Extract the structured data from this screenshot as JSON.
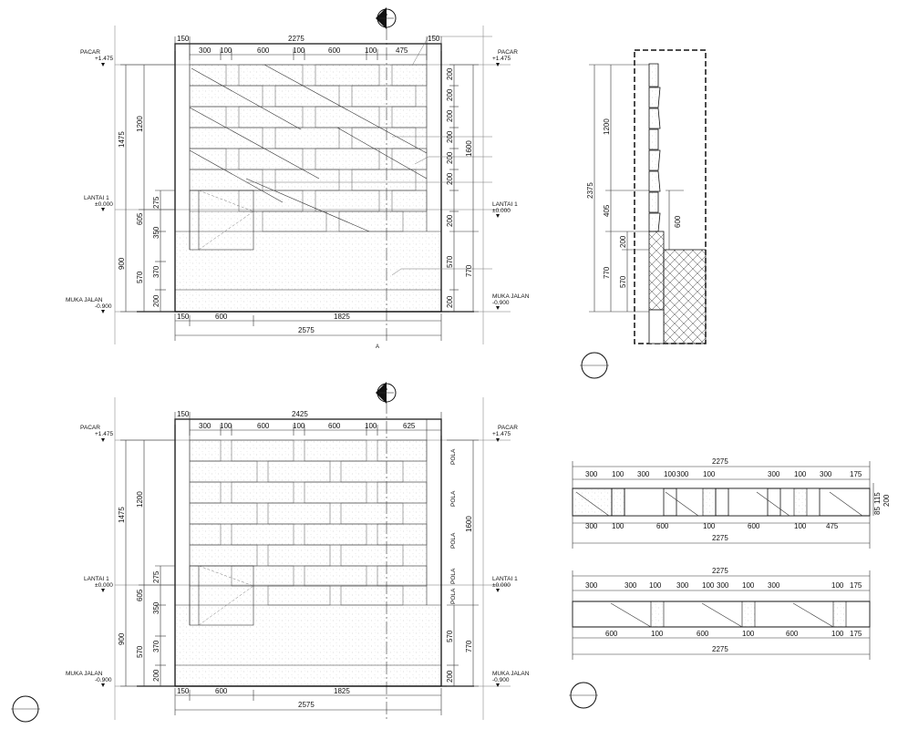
{
  "section_marker": {
    "letter": "A",
    "dash": "-"
  },
  "levels": {
    "pacar": {
      "name": "PACAR",
      "value": "+1.475"
    },
    "lantai": {
      "name": "LANTAI 1",
      "value": "±0.000"
    },
    "muka_jalan": {
      "name": "MUKA JALAN",
      "value": "-0.900"
    }
  },
  "section_ticks": {
    "a": "A"
  },
  "pola_label": "POLA",
  "elevation_top": {
    "top_dims": [
      "150",
      "300",
      "100",
      "600",
      "100",
      "600",
      "100",
      "475",
      "150"
    ],
    "top_total": "2275",
    "right_dims": [
      "200",
      "200",
      "200",
      "200",
      "200",
      "200",
      "200"
    ],
    "right_total": "1600",
    "right_lower": [
      "570",
      "200"
    ],
    "right_lower_total": "770",
    "left_total": "1475",
    "left_sub": [
      "1200",
      "275",
      "605",
      "350",
      "370",
      "570",
      "900",
      "200"
    ],
    "bottom_dims": [
      "150",
      "600",
      "1825"
    ],
    "bottom_total": "2575"
  },
  "elevation_bottom": {
    "top_dims": [
      "150",
      "300",
      "100",
      "600",
      "100",
      "600",
      "100",
      "625"
    ],
    "top_total": "2425",
    "right_total": "1600",
    "right_lower_total": "770",
    "right_lower": [
      "570",
      "200"
    ],
    "left_total": "1475",
    "left_sub": [
      "1200",
      "275",
      "605",
      "350",
      "370",
      "570",
      "900",
      "200"
    ],
    "bottom_dims": [
      "150",
      "600",
      "1825"
    ],
    "bottom_total": "2575"
  },
  "section_view": {
    "total": "2375",
    "dims": [
      "1200",
      "405",
      "200",
      "770",
      "570"
    ],
    "inner_dim": "600"
  },
  "detail_1": {
    "top_total": "2275",
    "top_dims": [
      "300",
      "100",
      "300",
      "100",
      "300",
      "100",
      "300",
      "100",
      "300",
      "175"
    ],
    "bottom_dims": [
      "300",
      "100",
      "600",
      "100",
      "600",
      "100",
      "475"
    ],
    "bottom_total": "2275",
    "side_dims": [
      "85",
      "115",
      "200"
    ]
  },
  "detail_2": {
    "top_total": "2275",
    "top_dims": [
      "300",
      "300",
      "100",
      "300",
      "100",
      "300",
      "100",
      "300",
      "100",
      "175"
    ],
    "bottom_dims": [
      "600",
      "100",
      "600",
      "100",
      "600",
      "100",
      "175"
    ],
    "bottom_total": "2275"
  }
}
